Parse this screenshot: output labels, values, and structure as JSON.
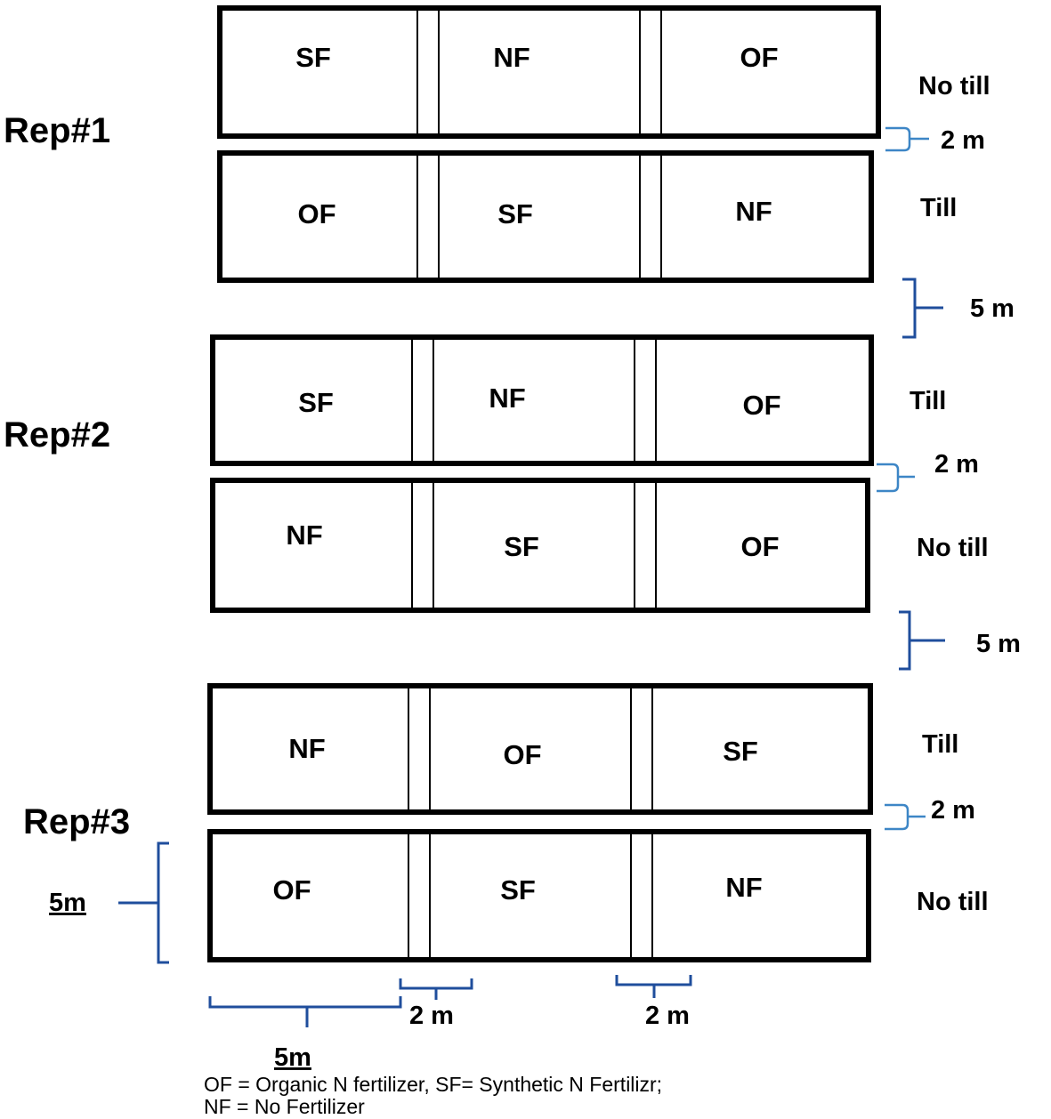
{
  "reps": [
    {
      "label": "Rep#1",
      "strips": [
        {
          "tillage": "No till",
          "plots": [
            "SF",
            "NF",
            "OF"
          ]
        },
        {
          "tillage": "Till",
          "plots": [
            "OF",
            "SF",
            "NF"
          ]
        }
      ],
      "inner_gap_label": "2 m"
    },
    {
      "label": "Rep#2",
      "strips": [
        {
          "tillage": "Till",
          "plots": [
            "SF",
            "NF",
            "OF"
          ]
        },
        {
          "tillage": "No till",
          "plots": [
            "NF",
            "SF",
            "OF"
          ]
        }
      ],
      "inner_gap_label": "2 m"
    },
    {
      "label": "Rep#3",
      "strips": [
        {
          "tillage": "Till",
          "plots": [
            "NF",
            "OF",
            "SF"
          ]
        },
        {
          "tillage": "No till",
          "plots": [
            "OF",
            "SF",
            "NF"
          ]
        }
      ],
      "inner_gap_label": "2 m"
    }
  ],
  "rep_gap_labels": [
    "5 m",
    "5 m"
  ],
  "plot_height_label": "5m",
  "plot_width_label": "5m",
  "alley_labels": [
    "2 m",
    "2 m"
  ],
  "legend": {
    "line1": "OF = Organic N fertilizer, SF= Synthetic N Fertilizr;",
    "line2": "NF = No Fertilizer"
  },
  "colors": {
    "bracket": "#1f4e9c",
    "bracket_light": "#3d86c6",
    "outline": "#000000"
  }
}
